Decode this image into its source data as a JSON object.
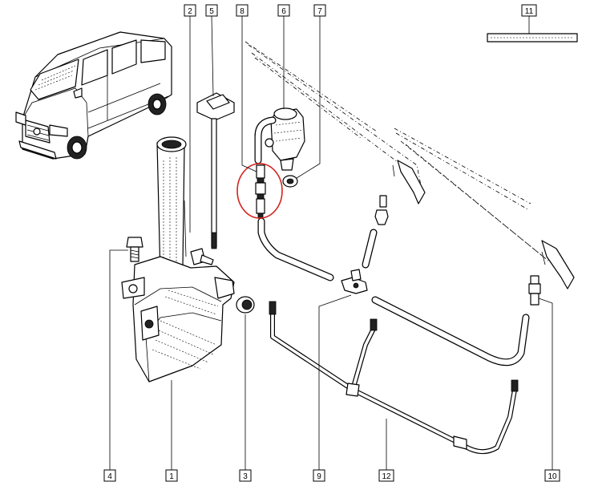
{
  "callouts": [
    {
      "id": "1",
      "label": "1"
    },
    {
      "id": "2",
      "label": "2"
    },
    {
      "id": "3",
      "label": "3"
    },
    {
      "id": "4",
      "label": "4"
    },
    {
      "id": "5",
      "label": "5"
    },
    {
      "id": "6",
      "label": "6"
    },
    {
      "id": "7",
      "label": "7"
    },
    {
      "id": "8",
      "label": "8"
    },
    {
      "id": "9",
      "label": "9"
    },
    {
      "id": "10",
      "label": "10"
    },
    {
      "id": "11",
      "label": "11"
    },
    {
      "id": "12",
      "label": "12"
    }
  ],
  "highlight": {
    "shape": "circle",
    "color": "#d4231e",
    "target_part": "8"
  },
  "colors": {
    "line": "#000000",
    "background": "#ffffff",
    "highlight": "#d4231e"
  }
}
